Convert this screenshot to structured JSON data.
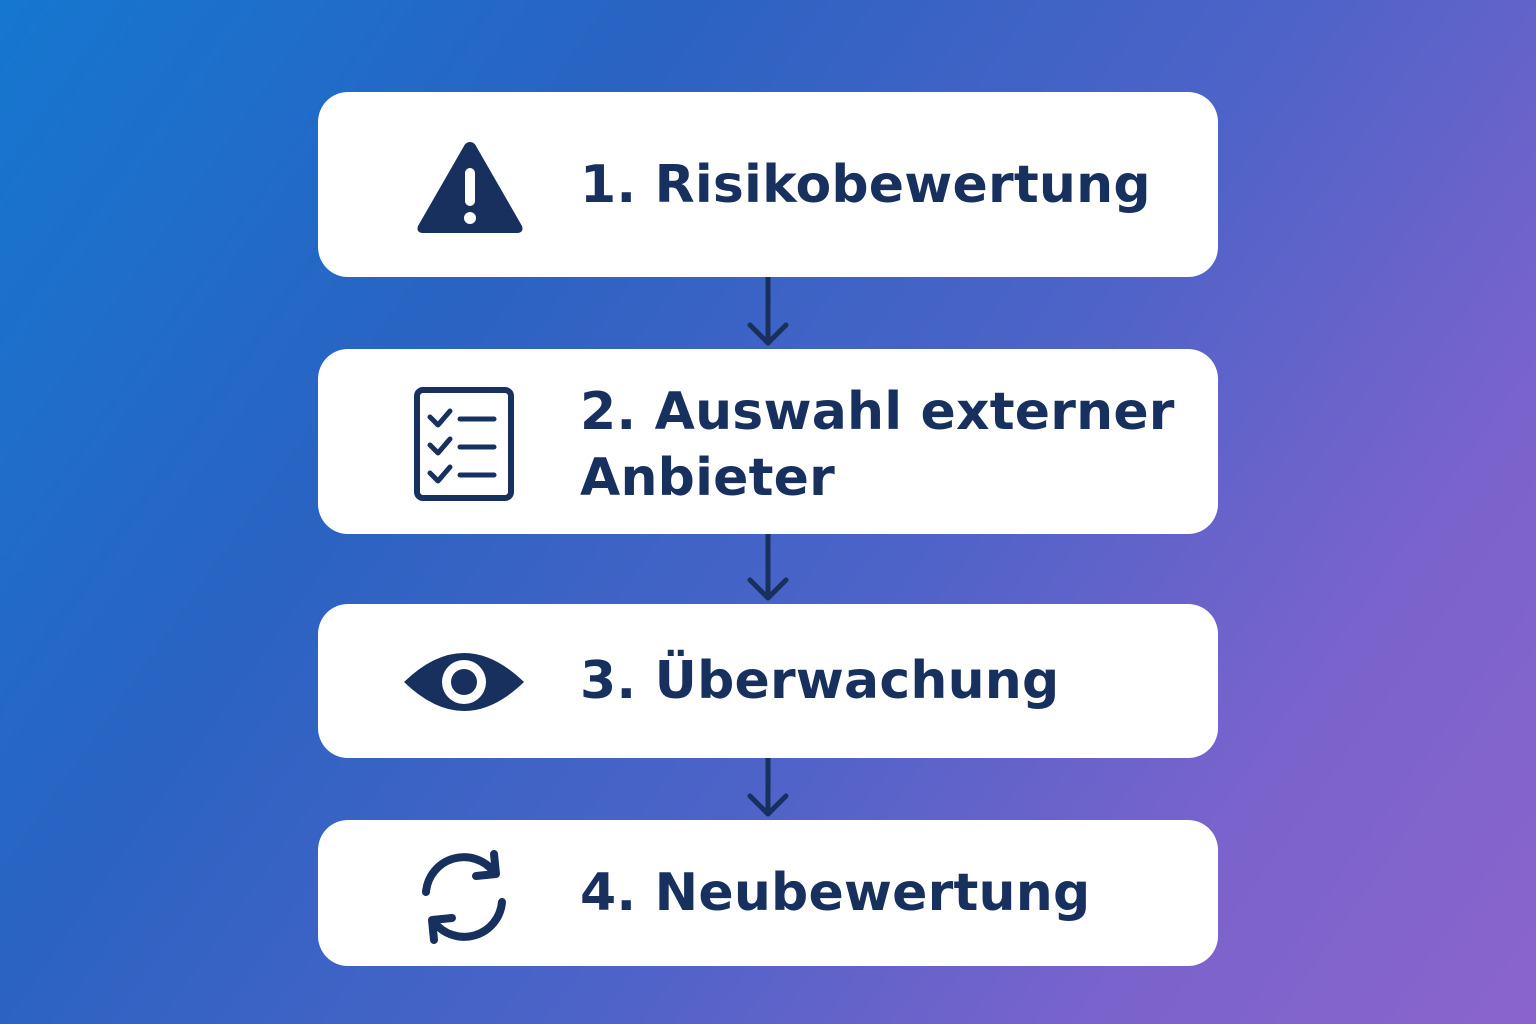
{
  "flow": {
    "steps": [
      {
        "label": "1. Risikobewertung",
        "icon": "warning-icon"
      },
      {
        "label": "2. Auswahl externer",
        "label_line2": "Anbieter",
        "icon": "checklist-icon"
      },
      {
        "label": "3. Überwachung",
        "icon": "eye-icon"
      },
      {
        "label": "4. Neubewertung",
        "icon": "refresh-icon"
      }
    ],
    "colors": {
      "card_background": "#ffffff",
      "text_and_icons": "#17305e",
      "connector": "#17305e",
      "gradient_start": "#1577d0",
      "gradient_end": "#8a64cc"
    }
  }
}
